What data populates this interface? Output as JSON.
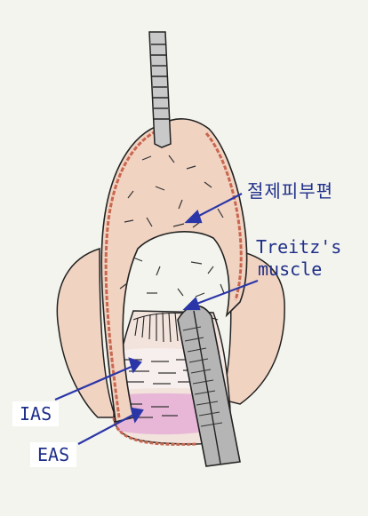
{
  "labels": {
    "excised_flap": "절제피부편",
    "treitz_line1": "Treitz's",
    "treitz_line2": "muscle",
    "ias": "IAS",
    "eas": "EAS"
  },
  "colors": {
    "background": "#f4f4ee",
    "skin_fill": "#f1d3c2",
    "flap_border": "#c9664f",
    "ias_zone": "#f7efee",
    "eas_zone": "#e8b7d7",
    "forceps": "#b5b5b5",
    "ink": "#1f2f8a",
    "outline": "#222222"
  }
}
